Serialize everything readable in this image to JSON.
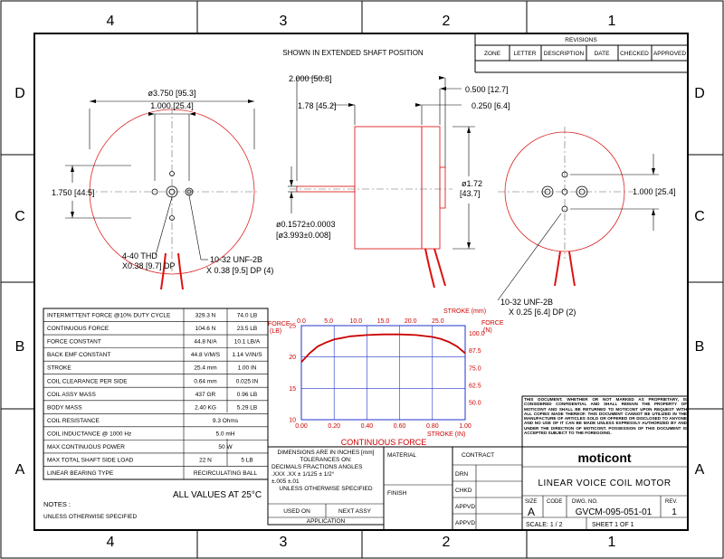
{
  "zones": {
    "top": [
      "4",
      "3",
      "2",
      "1"
    ],
    "bottom": [
      "4",
      "3",
      "2",
      "1"
    ],
    "left": [
      "D",
      "C",
      "B",
      "A"
    ],
    "right": [
      "D",
      "C",
      "B",
      "A"
    ]
  },
  "revisions": {
    "title": "REVISIONS",
    "headers": [
      "ZONE",
      "LETTER",
      "DESCRIPTION",
      "DATE",
      "CHECKED",
      "APPROVED"
    ]
  },
  "drawing": {
    "extended_note": "SHOWN IN EXTENDED SHAFT POSITION",
    "left_view": {
      "dia_outer": "ø3.750 [95.3]",
      "width_holes": "1.000 [25.4]",
      "height_holes": "1.750 [44.5]",
      "thd_note_1": "4-40 THD",
      "thd_note_2": "X0.38 [9.7] DP",
      "unf_note_1": "10-32 UNF-2B",
      "unf_note_2": "X 0.38 [9.5] DP (4)"
    },
    "side_view": {
      "length_total": "2.000 [50.8]",
      "length_body": "1.78 [45.2]",
      "shaft_ext": "0.500 [12.7]",
      "flange": "0.250 [6.4]",
      "dia_body_1": "ø1.72",
      "dia_body_2": "[43.7]",
      "shaft_dia_1": "ø0.1572±0.0003",
      "shaft_dia_2": "[ø3.993±0.008]"
    },
    "right_view": {
      "spacing": "1.000 [25.4]",
      "unf_note_1": "10-32 UNF-2B",
      "unf_note_2": "X 0.25 [6.4] DP (2)"
    }
  },
  "specs": {
    "rows": [
      [
        "INTERMITTENT FORCE @10% DUTY CYCLE",
        "329.3 N",
        "74.0 LB"
      ],
      [
        "CONTINUOUS FORCE",
        "104.6 N",
        "23.5 LB"
      ],
      [
        "FORCE CONSTANT",
        "44.8 N/A",
        "10.1 LB/A"
      ],
      [
        "BACK EMF CONSTANT",
        "44.8 V/M/S",
        "1.14 V/IN/S"
      ],
      [
        "STROKE",
        "25.4 mm",
        "1.00 IN"
      ],
      [
        "COIL CLEARANCE PER SIDE",
        "0.64 mm",
        "0.025 IN"
      ],
      [
        "COIL ASSY MASS",
        "437 GR",
        "0.96 LB"
      ],
      [
        "BODY MASS",
        "2.40 KG",
        "5.29 LB"
      ],
      [
        "COIL RESISTANCE",
        "9.3 Ohms",
        ""
      ],
      [
        "COIL INDUCTANCE @ 1000 Hz",
        "5.0 mH",
        ""
      ],
      [
        "MAX CONTINUOUS POWER",
        "50 W",
        ""
      ],
      [
        "MAX TOTAL SHAFT SIDE LOAD",
        "22 N",
        "5 LB"
      ],
      [
        "LINEAR BEARING TYPE",
        "RECIRCULATING BALL",
        ""
      ]
    ],
    "footnote": "ALL VALUES AT 25°C"
  },
  "notes": {
    "title": "NOTES :",
    "text": "UNLESS OTHERWISE SPECIFIED"
  },
  "chart_data": {
    "type": "line",
    "title": "CONTINUOUS FORCE",
    "x_bottom_label": "STROKE (IN)",
    "x_top_label": "STROKE (mm)",
    "y_left_label_1": "FORCE",
    "y_left_label_2": "(LB)",
    "y_right_label_1": "FORCE",
    "y_right_label_2": "(N)",
    "x_bottom_ticks": [
      "0.00",
      "0.20",
      "0.40",
      "0.60",
      "0.80",
      "1.00"
    ],
    "x_top_ticks": [
      "0.0",
      "5.0",
      "10.0",
      "15.0",
      "20.0",
      "25.0"
    ],
    "y_left_ticks": [
      "10",
      "15",
      "20",
      "25"
    ],
    "y_right_ticks": [
      "50.0",
      "62.5",
      "75.0",
      "87.5",
      "100.0"
    ],
    "xlim": [
      0,
      1.0
    ],
    "ylim": [
      10,
      25
    ],
    "series": [
      {
        "x": [
          0.0,
          0.05,
          0.1,
          0.15,
          0.2,
          0.3,
          0.4,
          0.5,
          0.6,
          0.7,
          0.8,
          0.85,
          0.9,
          0.95,
          1.0
        ],
        "values": [
          19.2,
          20.6,
          21.7,
          22.3,
          22.8,
          23.3,
          23.5,
          23.6,
          23.6,
          23.5,
          23.2,
          22.9,
          22.4,
          21.7,
          20.6
        ]
      }
    ],
    "colors": {
      "line": "#cc0000",
      "grid": "#2233cc",
      "labels": "#cc0000"
    }
  },
  "tolerances": {
    "l1": "DIMENSIONS ARE IN INCHES [mm]",
    "l2": "TOLERANCES ON:",
    "l3": "DECIMALS   FRACTIONS   ANGLES",
    "l4": ".XXX .XX       ±  1/125    ±  1/2°",
    "l5": "±.005 ±.01",
    "l6": "UNLESS OTHERWISE SPECIFIED",
    "used_on": "USED ON",
    "next_assy": "NEXT ASSY",
    "application": "APPLICATION"
  },
  "material": {
    "material": "MATERIAL",
    "finish": "FINISH"
  },
  "signoff": {
    "contract": "CONTRACT",
    "rows": [
      "DRN",
      "CHKD",
      "APPVD",
      "APPVD"
    ]
  },
  "proprietary": "THIS DOCUMENT, WHETHER OR NOT MARKED AS PROPRIETARY, IS CONSIDERED CONFIDENTIAL AND SHALL REMAIN THE PROPERTY OF MOTICONT AND SHALL BE RETURNED TO MOTICONT UPON REQUEST WITH ALL COPIES MADE THEREOF. THIS DOCUMENT CANNOT BE UTILIZED IN THE MANUFACTURE OF ARTICLES SOLD OR OFFERED OR DISCLOSED TO ANYONE AND NO USE OF IT CAN BE MADE UNLESS EXPRESSLY AUTHORIZED BY AND UNDER THE DIRECTION OF MOTICONT. POSSESSION OF THIS DOCUMENT IS ACCEPTED SUBJECT TO THE FOREGOING.",
  "title_block": {
    "logo": "moticont",
    "title": "LINEAR VOICE COIL MOTOR",
    "size_label": "SIZE",
    "size": "A",
    "code_label": "CODE",
    "dwg_label": "DWG. NO.",
    "dwg_no": "GVCM-095-051-01",
    "rev_label": "REV.",
    "rev": "1",
    "scale": "SCALE:  1 / 2",
    "sheet": "SHEET  1  OF  1"
  }
}
